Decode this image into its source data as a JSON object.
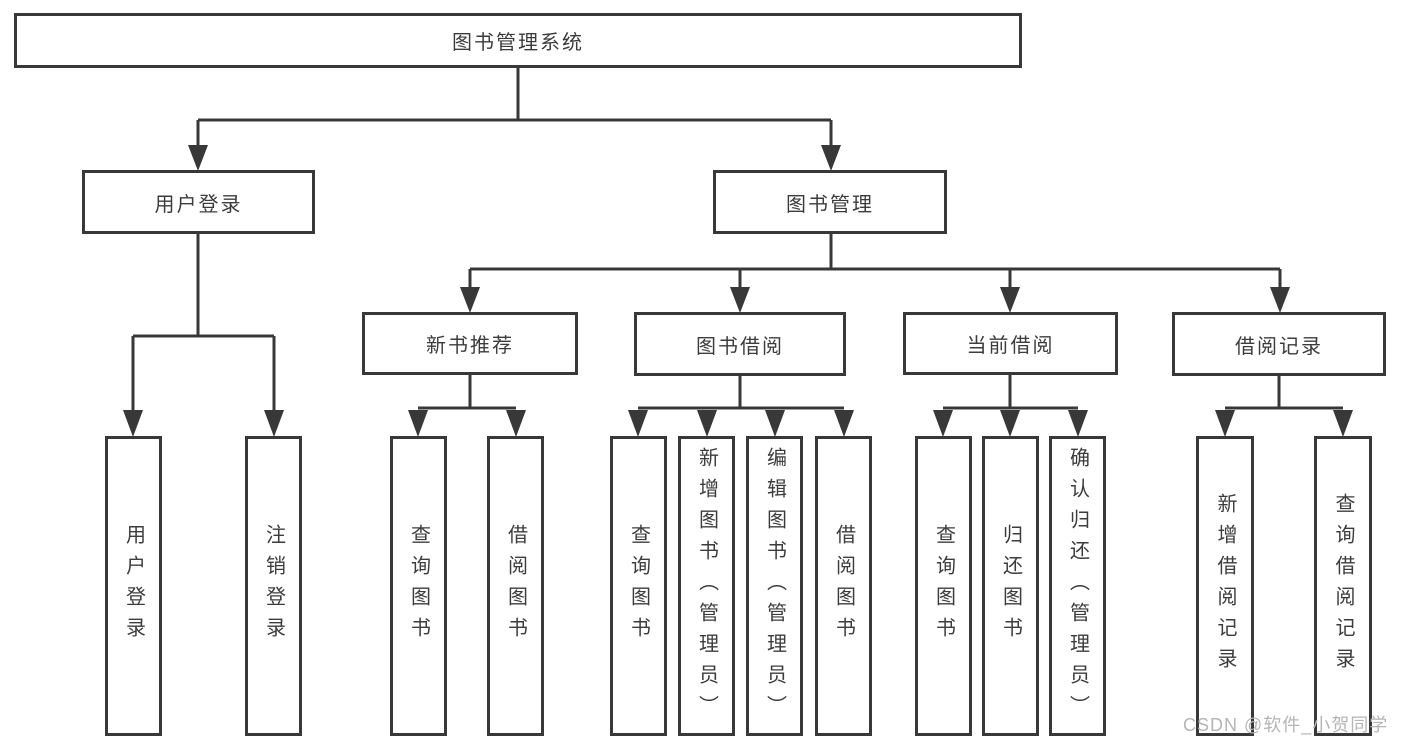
{
  "tree": {
    "root": "图书管理系统",
    "branches": [
      {
        "label": "用户登录",
        "children": [
          "用户登录",
          "注销登录"
        ]
      },
      {
        "label": "图书管理",
        "children": [
          {
            "label": "新书推荐",
            "children": [
              "查询图书",
              "借阅图书"
            ]
          },
          {
            "label": "图书借阅",
            "children": [
              "查询图书",
              "新增图书（管理员）",
              "编辑图书（管理员）",
              "借阅图书"
            ]
          },
          {
            "label": "当前借阅",
            "children": [
              "查询图书",
              "归还图书",
              "确认归还（管理员）"
            ]
          },
          {
            "label": "借阅记录",
            "children": [
              "新增借阅记录",
              "查询借阅记录"
            ]
          }
        ]
      }
    ]
  },
  "watermark": "CSDN @软件_小贺同学",
  "colors": {
    "line": "#383838",
    "text": "#3c3c3c",
    "background": "#ffffff",
    "watermark": "#b5b5b5"
  }
}
